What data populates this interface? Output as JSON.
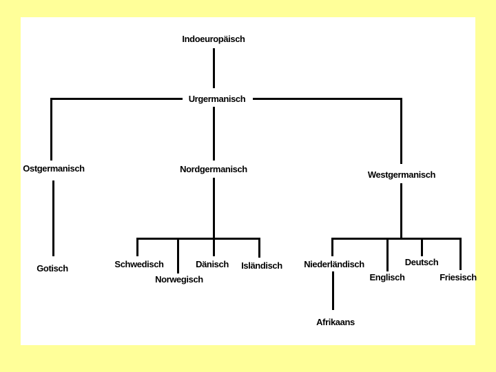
{
  "slide": {
    "background_color": "#FFFF99",
    "panel_color": "#FFFFFF",
    "line_color": "#000000",
    "text_color": "#000000"
  },
  "tree": {
    "description": "Family tree of the Germanic languages (labels in German)",
    "nodes": [
      {
        "id": "indoeuropaeisch",
        "label": "Indoeuropäisch",
        "level": 0,
        "parent": null
      },
      {
        "id": "urgermanisch",
        "label": "Urgermanisch",
        "level": 1,
        "parent": "indoeuropaeisch"
      },
      {
        "id": "ostgermanisch",
        "label": "Ostgermanisch",
        "level": 2,
        "parent": "urgermanisch"
      },
      {
        "id": "nordgermanisch",
        "label": "Nordgermanisch",
        "level": 2,
        "parent": "urgermanisch"
      },
      {
        "id": "westgermanisch",
        "label": "Westgermanisch",
        "level": 2,
        "parent": "urgermanisch"
      },
      {
        "id": "gotisch",
        "label": "Gotisch",
        "level": 3,
        "parent": "ostgermanisch"
      },
      {
        "id": "schwedisch",
        "label": "Schwedisch",
        "level": 3,
        "parent": "nordgermanisch"
      },
      {
        "id": "norwegisch",
        "label": "Norwegisch",
        "level": 3,
        "parent": "nordgermanisch"
      },
      {
        "id": "daenisch",
        "label": "Dänisch",
        "level": 3,
        "parent": "nordgermanisch"
      },
      {
        "id": "islaendisch",
        "label": "Isländisch",
        "level": 3,
        "parent": "nordgermanisch"
      },
      {
        "id": "niederlaendisch",
        "label": "Niederländisch",
        "level": 3,
        "parent": "westgermanisch"
      },
      {
        "id": "englisch",
        "label": "Englisch",
        "level": 3,
        "parent": "westgermanisch"
      },
      {
        "id": "deutsch",
        "label": "Deutsch",
        "level": 3,
        "parent": "westgermanisch"
      },
      {
        "id": "friesisch",
        "label": "Friesisch",
        "level": 3,
        "parent": "westgermanisch"
      },
      {
        "id": "afrikaans",
        "label": "Afrikaans",
        "level": 4,
        "parent": "niederlaendisch"
      }
    ]
  }
}
